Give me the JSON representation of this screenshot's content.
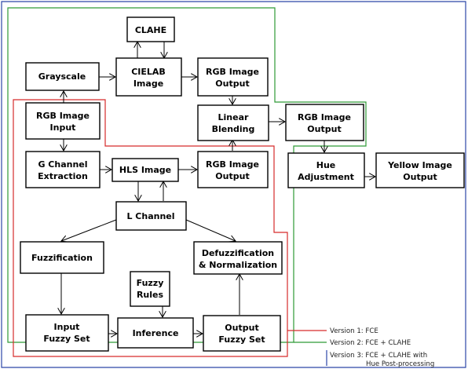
{
  "boxes": {
    "clahe": [
      "CLAHE"
    ],
    "cielab": [
      "CIELAB",
      "Image"
    ],
    "grayscale": [
      "Grayscale"
    ],
    "rgb_output_top": [
      "RGB Image",
      "Output"
    ],
    "rgb_input": [
      "RGB Image",
      "Input"
    ],
    "linear_blending": [
      "Linear",
      "Blending"
    ],
    "rgb_output_right": [
      "RGB Image",
      "Output"
    ],
    "g_channel": [
      "G Channel",
      "Extraction"
    ],
    "hls": [
      "HLS Image"
    ],
    "rgb_output_mid": [
      "RGB Image",
      "Output"
    ],
    "hue_adjustment": [
      "Hue",
      "Adjustment"
    ],
    "yellow_output": [
      "Yellow Image",
      "Output"
    ],
    "l_channel": [
      "L Channel"
    ],
    "fuzzification": [
      "Fuzzification"
    ],
    "defuzzification": [
      "Defuzzification",
      "& Normalization"
    ],
    "fuzzy_rules": [
      "Fuzzy",
      "Rules"
    ],
    "input_fuzzy_set": [
      "Input",
      "Fuzzy Set"
    ],
    "inference": [
      "Inference"
    ],
    "output_fuzzy_set": [
      "Output",
      "Fuzzy Set"
    ]
  },
  "legend": [
    {
      "label": "Version 1: FCE",
      "color": "#d62b2b"
    },
    {
      "label": "Version 2: FCE + CLAHE",
      "color": "#2e9a36"
    },
    {
      "label": "Version 3: FCE + CLAHE with",
      "label_line2": "Hue Post-processing",
      "color": "#2c46a8"
    }
  ],
  "colors": {
    "version1": "#d62b2b",
    "version2": "#2e9a36",
    "version3": "#2c46a8"
  }
}
